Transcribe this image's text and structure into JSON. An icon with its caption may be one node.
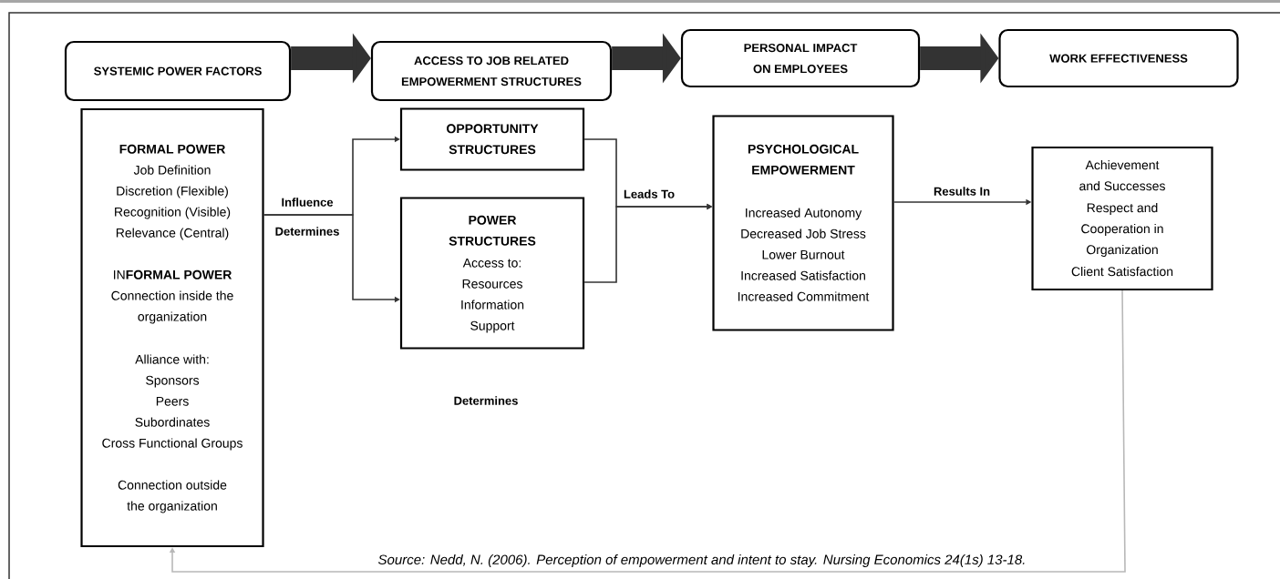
{
  "diagram": {
    "caption": "*Source: Nedd, N. (2006). Perception of empowerment and intent to stay. Nursing Economics 24(1s) 13-18.*",
    "nodes": [
      {
        "text": [
          "SYSTEMIC POWER FACTORS"
        ]
      },
      {
        "text": [
          "ACCESS TO JOB RELATED EMPOWERMENT STRUCTURES"
        ]
      },
      {
        "text": [
          "PERSONAL IMPACT ON EMPLOYEES"
        ]
      },
      {
        "text": [
          "WORK EFFECTIVENESS"
        ]
      },
      {
        "text": [
          "FORMAL POWER",
          "Job Definition",
          "Discretion (Flexible)",
          "Recognition (Visible)",
          "Relevance (Central)",
          "IN**FORMAL POWER**",
          "Connection inside the organization",
          "Alliance with:",
          "Sponsors",
          "Peers",
          "Subordinates",
          "Cross Functional Groups",
          "Connection outside the organization"
        ]
      },
      {
        "text": [
          "OPPORTUNITY STRUCTURES"
        ]
      },
      {
        "text": [
          "POWER STRUCTURES",
          "Access to:",
          "Resources",
          "Information",
          "Support"
        ]
      },
      {
        "text": [
          "PSYCHOLOGICAL EMPOWERMENT",
          "Increased Autonomy",
          "Decreased Job Stress",
          "Lower Burnout",
          "Increased Satisfaction",
          "Increased Commitment"
        ]
      },
      {
        "text": [
          "Achievement and Successes",
          "Respect and Cooperation in Organization",
          "Client Satisfaction"
        ]
      }
    ],
    "edges": [
      {
        "from": 0,
        "to": 1,
        "arrow": "to",
        "style": "thick"
      },
      {
        "from": 1,
        "to": 2,
        "arrow": "to",
        "style": "thick"
      },
      {
        "from": 2,
        "to": 3,
        "arrow": "to",
        "style": "thick"
      },
      {
        "from": 4,
        "to": 5,
        "arrow": "to",
        "label": "Influence"
      },
      {
        "from": 4,
        "to": 6,
        "arrow": "to",
        "label": "Determines"
      },
      {
        "from": 5,
        "to": 7,
        "arrow": "to",
        "label": "Leads To"
      },
      {
        "from": 6,
        "to": 7,
        "arrow": "to"
      },
      {
        "from": 7,
        "to": 8,
        "arrow": "to",
        "label": "Results In"
      },
      {
        "from": 8,
        "to": 4,
        "arrow": "to",
        "color": "#b8b8b8"
      }
    ],
    "labels": [
      "Determines"
    ]
  }
}
